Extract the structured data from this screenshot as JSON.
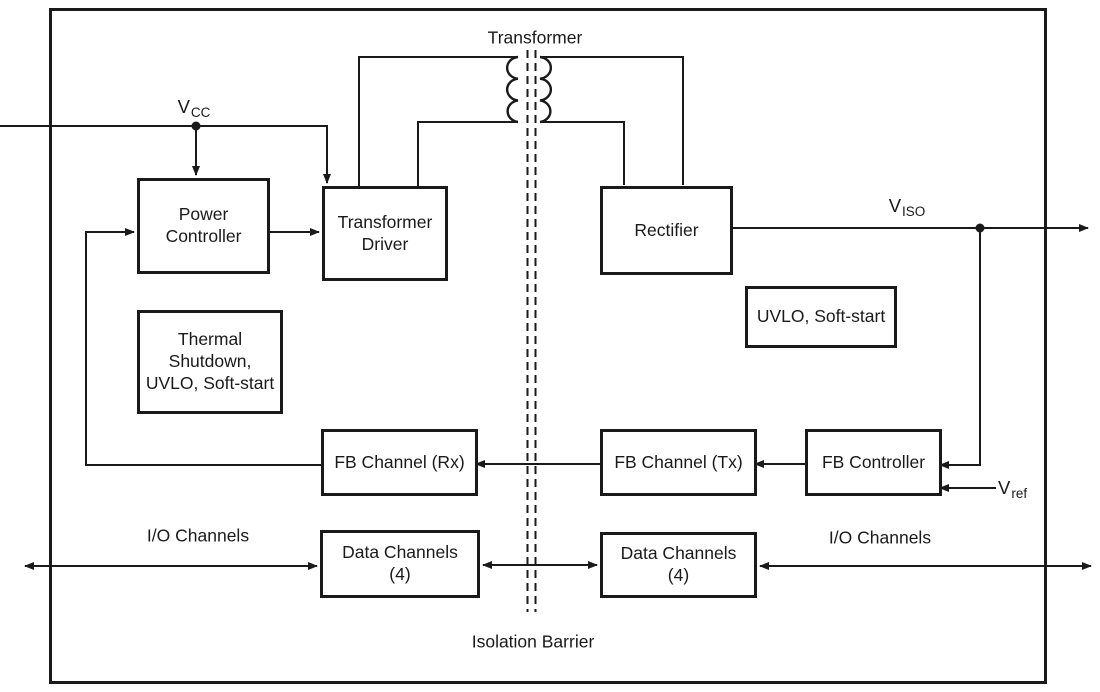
{
  "labels": {
    "transformer": "Transformer",
    "isolation_barrier": "Isolation Barrier",
    "io_channels_left": "I/O Channels",
    "io_channels_right": "I/O Channels",
    "vcc": {
      "base": "V",
      "sub": "CC"
    },
    "viso": {
      "base": "V",
      "sub": "ISO"
    },
    "vref": {
      "base": "V",
      "sub": "ref"
    }
  },
  "blocks": {
    "power_controller": "Power\nController",
    "transformer_driver": "Transformer\nDriver",
    "rectifier": "Rectifier",
    "uvlo_soft_start": "UVLO, Soft-start",
    "thermal_shutdown": "Thermal\nShutdown,\nUVLO, Soft-start",
    "fb_channel_rx": "FB Channel (Rx)",
    "fb_channel_tx": "FB Channel (Tx)",
    "fb_controller": "FB Controller",
    "data_channels_left": "Data Channels\n(4)",
    "data_channels_right": "Data Channels\n(4)"
  },
  "colors": {
    "line": "#1a1a1a",
    "background": "#ffffff"
  }
}
